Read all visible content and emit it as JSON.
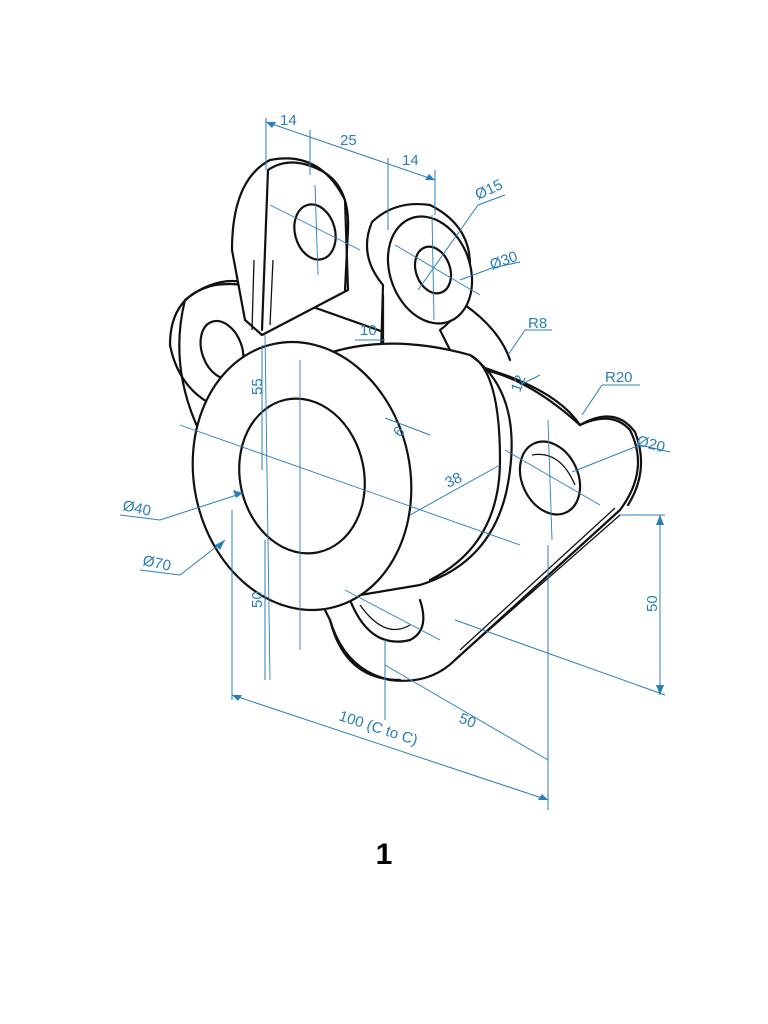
{
  "page_number": "1",
  "accent_color": "#2b7fb8",
  "line_color": "#111111",
  "dimensions": {
    "d14_top_left": "14",
    "d25": "25",
    "d14_top_right": "14",
    "dia15": "Ø15",
    "dia30": "Ø30",
    "d10": "10",
    "r8": "R8",
    "d12": "12",
    "r20": "R20",
    "dia20": "Ø20",
    "d55": "55",
    "d6": "6",
    "d38": "38",
    "dia40": "Ø40",
    "dia70": "Ø70",
    "d50_left": "50",
    "d50_right": "50",
    "d100": "100 (C to C)",
    "d50_bottom": "50"
  }
}
